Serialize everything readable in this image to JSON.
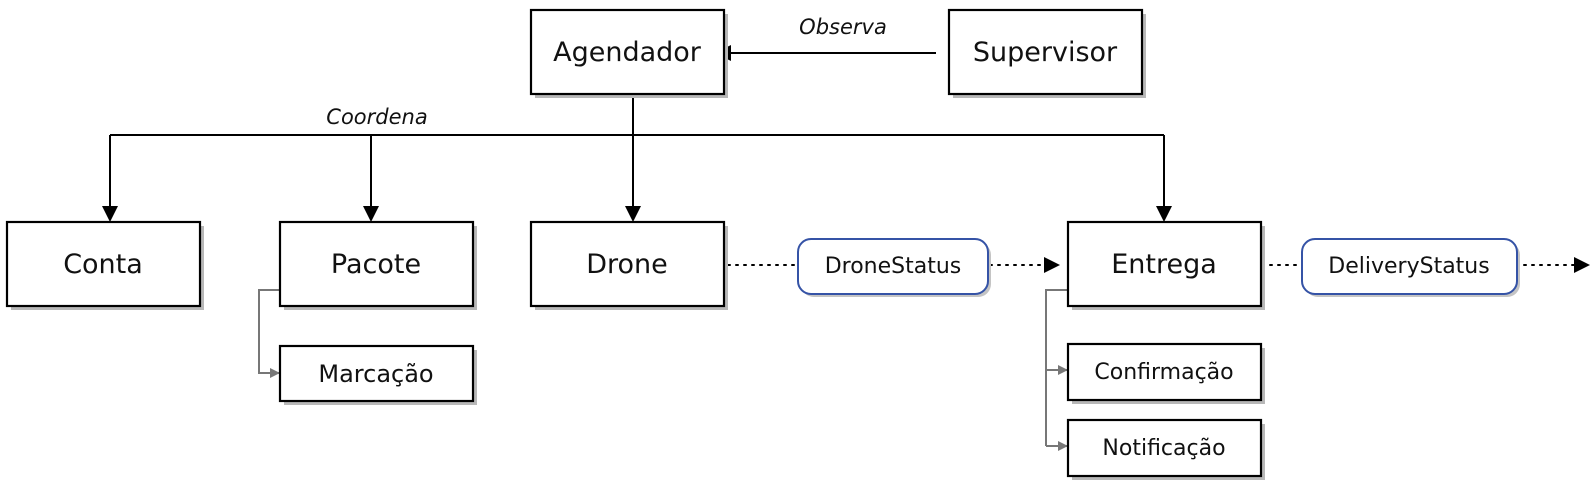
{
  "nodes": {
    "agendador": "Agendador",
    "supervisor": "Supervisor",
    "conta": "Conta",
    "pacote": "Pacote",
    "drone": "Drone",
    "entrega": "Entrega",
    "marcacao": "Marcação",
    "confirmacao": "Confirmação",
    "notificacao": "Notificação"
  },
  "status": {
    "drone_status": "DroneStatus",
    "delivery_status": "DeliveryStatus"
  },
  "edges": {
    "observa": "Observa",
    "coordena": "Coordena"
  },
  "colors": {
    "status_border": "#3553a6",
    "sub_connector": "#777777"
  }
}
